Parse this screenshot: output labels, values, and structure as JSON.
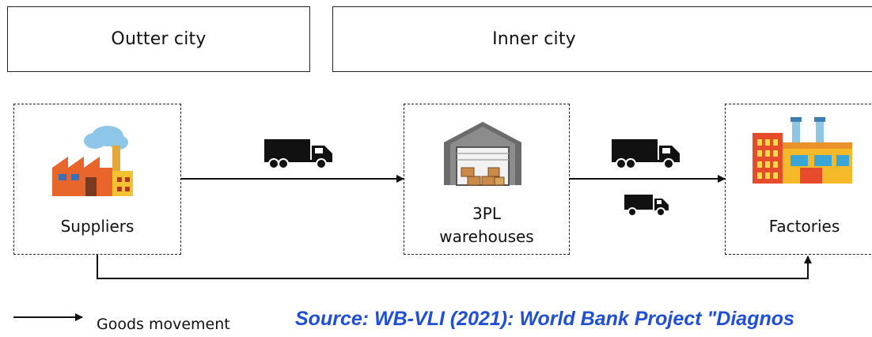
{
  "regions": {
    "outer": "Outter city",
    "inner": "Inner city"
  },
  "nodes": {
    "suppliers": "Suppliers",
    "warehouse_line1": "3PL",
    "warehouse_line2": "warehouses",
    "factories": "Factories"
  },
  "icons": [
    "factory-smoke-icon",
    "warehouse-icon",
    "truck-icon",
    "factory-building-icon"
  ],
  "legend": {
    "label": "Goods movement"
  },
  "source": "Source: WB-VLI (2021): World Bank Project \"Diagnos"
}
